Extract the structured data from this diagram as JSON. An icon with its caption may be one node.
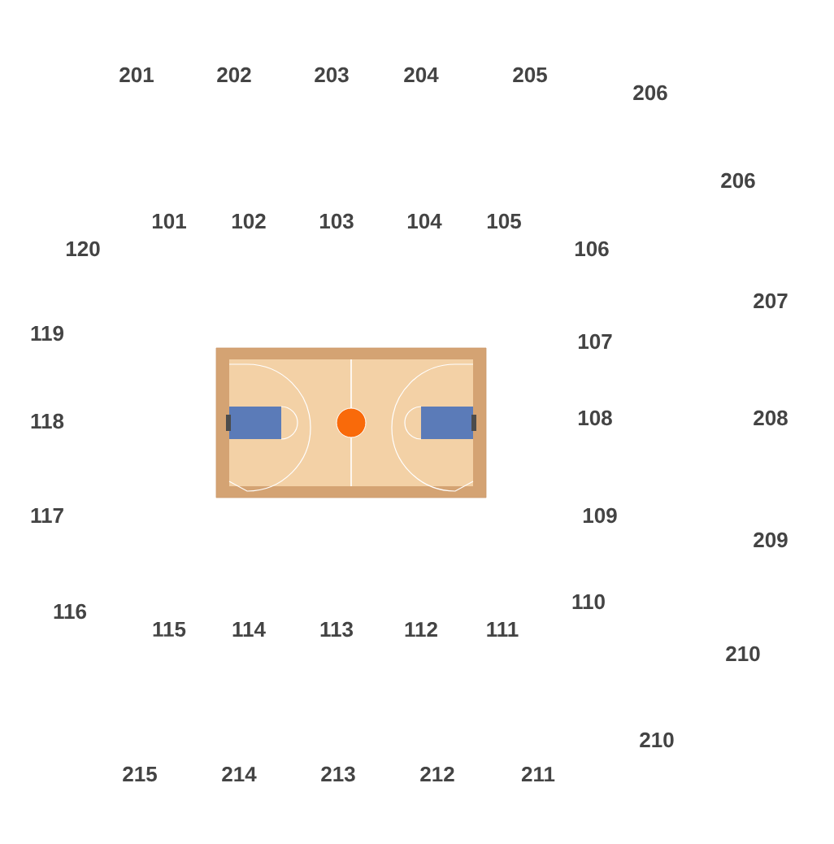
{
  "diagram": {
    "labels": [
      "201",
      "202",
      "203",
      "204",
      "205",
      "206",
      "206",
      "101",
      "102",
      "103",
      "104",
      "105",
      "120",
      "106",
      "207",
      "119",
      "107",
      "118",
      "108",
      "208",
      "117",
      "109",
      "209",
      "110",
      "116",
      "115",
      "114",
      "113",
      "112",
      "111",
      "210",
      "210",
      "215",
      "214",
      "213",
      "212",
      "211"
    ]
  }
}
